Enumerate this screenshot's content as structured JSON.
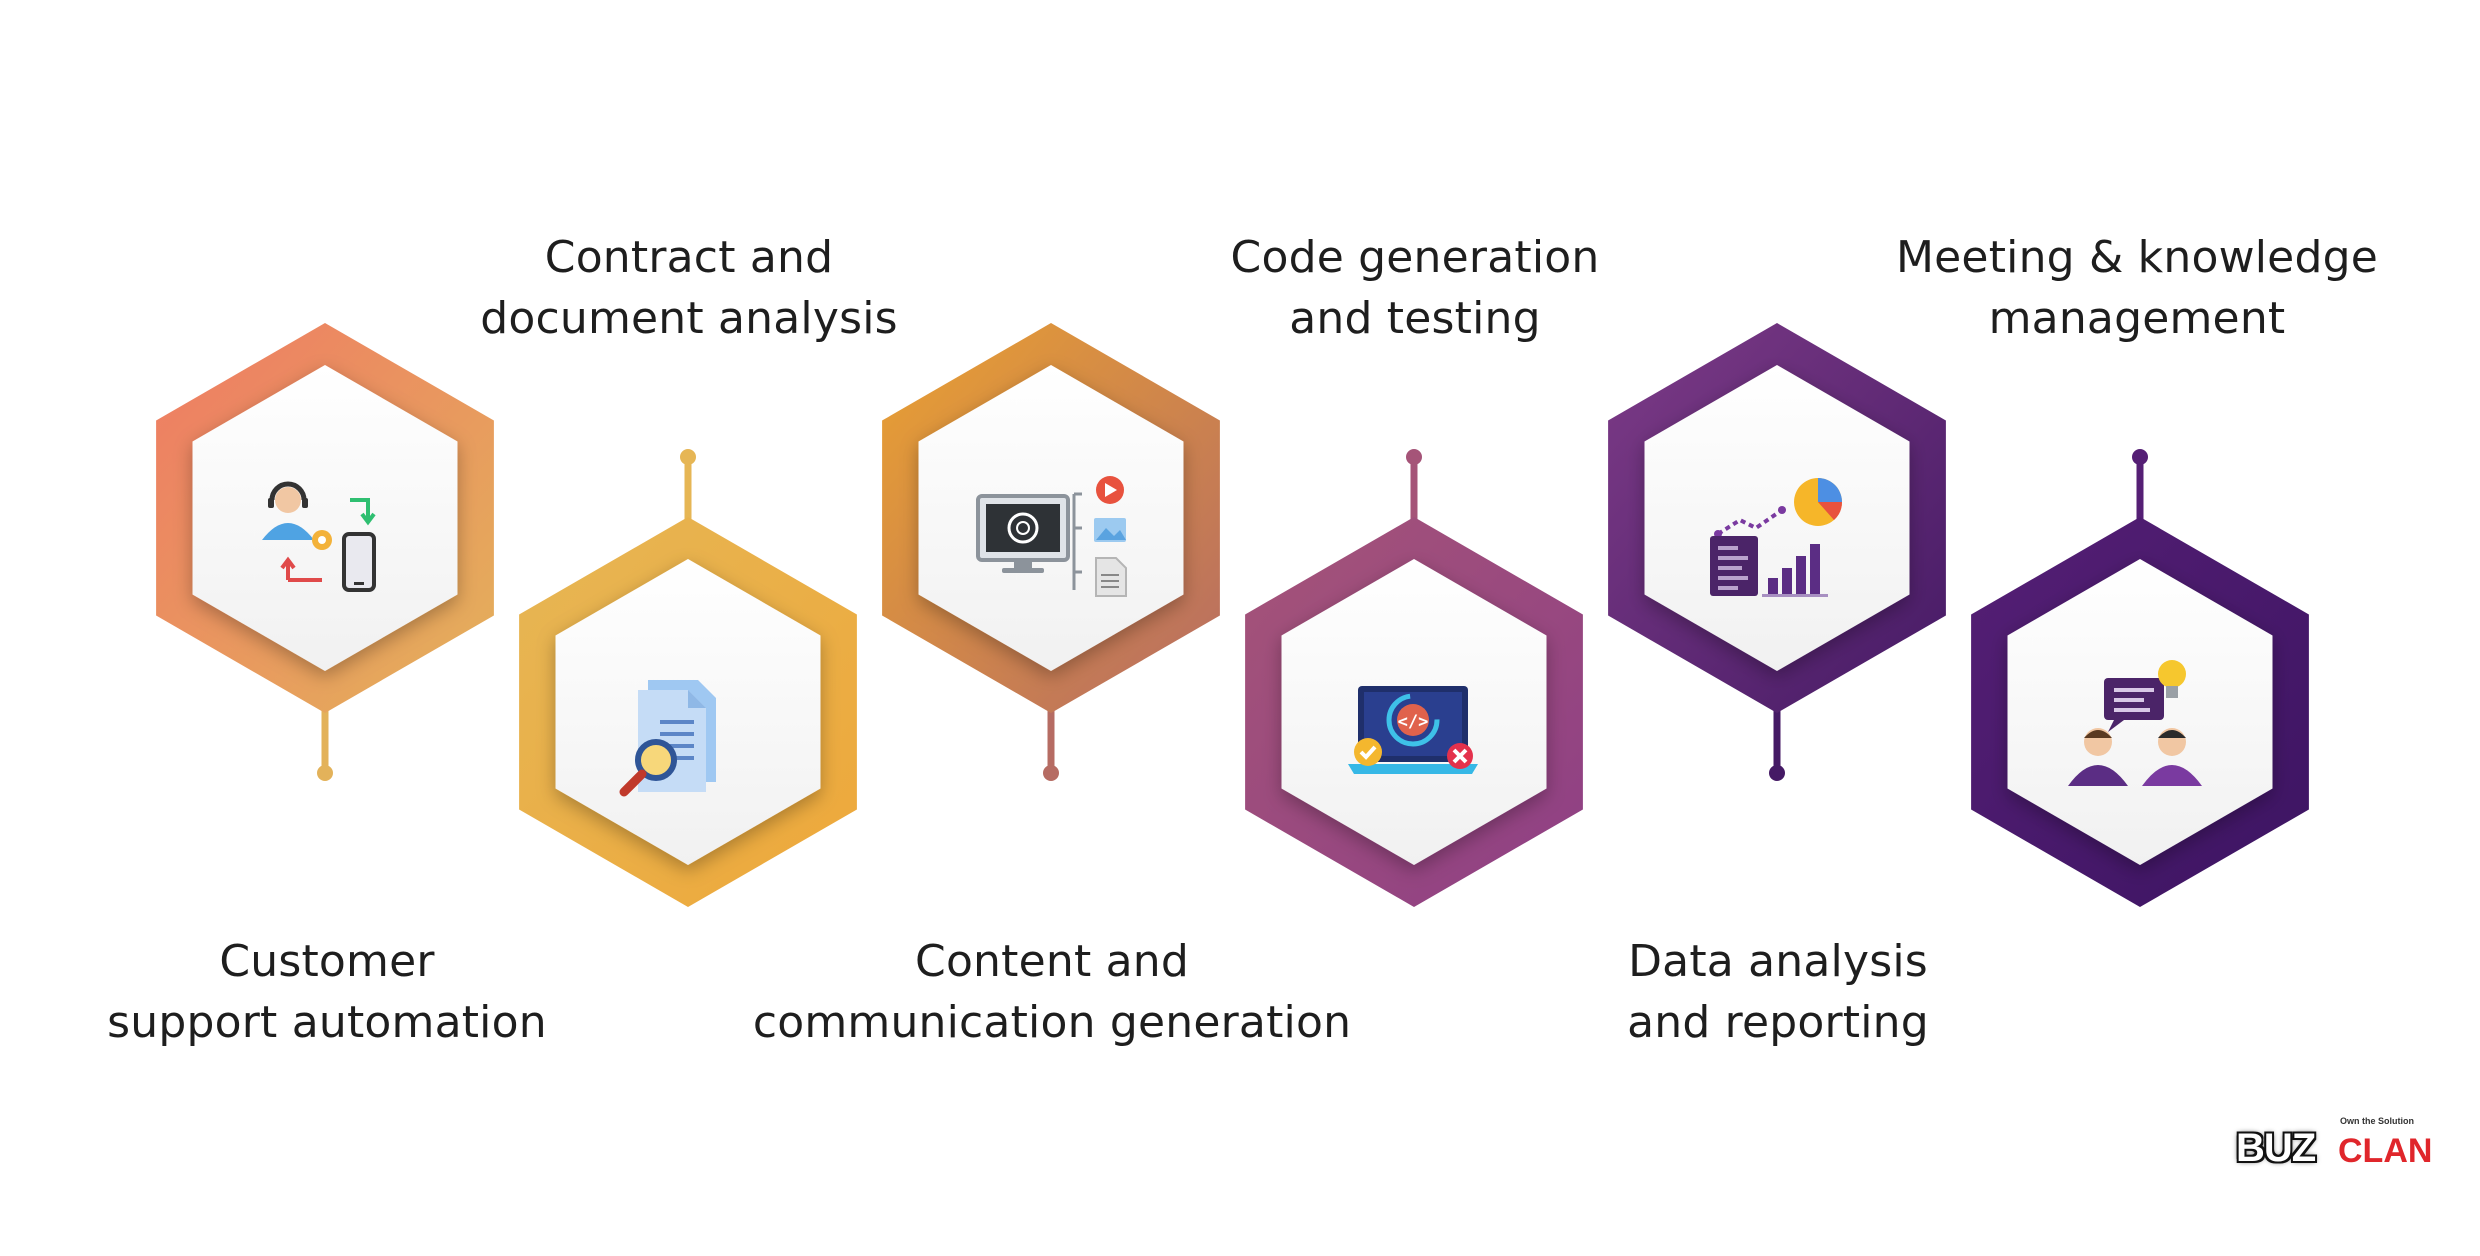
{
  "diagram": {
    "items": [
      {
        "label_lines": [
          "Customer",
          "support automation"
        ],
        "icon": "customer-support-icon",
        "colors": [
          "#ef7a64",
          "#e3b25a"
        ]
      },
      {
        "label_lines": [
          "Contract and",
          "document analysis"
        ],
        "icon": "document-search-icon",
        "colors": [
          "#e6b655",
          "#eea83a"
        ]
      },
      {
        "label_lines": [
          "Content and",
          "communication generation"
        ],
        "icon": "monitor-media-icon",
        "colors": [
          "#eaa131",
          "#b66c63"
        ]
      },
      {
        "label_lines": [
          "Code generation",
          "and testing"
        ],
        "icon": "code-laptop-icon",
        "colors": [
          "#a55478",
          "#8e3f85"
        ]
      },
      {
        "label_lines": [
          "Data analysis",
          "and reporting"
        ],
        "icon": "data-report-icon",
        "colors": [
          "#7d3b87",
          "#451a65"
        ]
      },
      {
        "label_lines": [
          "Meeting & knowledge",
          "management"
        ],
        "icon": "meeting-icon",
        "colors": [
          "#551f75",
          "#3c1462"
        ]
      }
    ]
  },
  "logo": {
    "tagline": "Own the Solution",
    "word_left": "BUZ",
    "word_right": "CLAN",
    "accent": "#e0262b"
  }
}
